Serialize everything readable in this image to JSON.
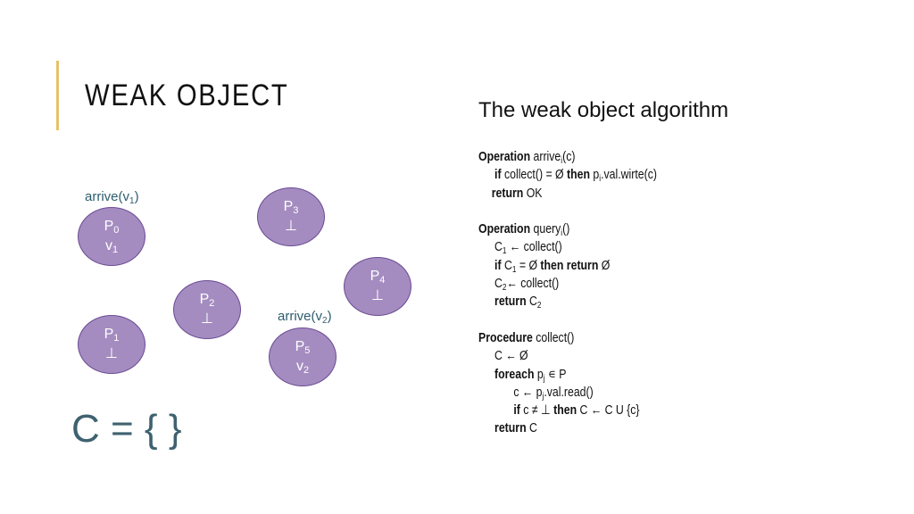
{
  "slide": {
    "title": "WEAK OBJECT",
    "algo_title": "The weak object algorithm"
  },
  "colors": {
    "node_fill": "#a48cc0",
    "node_stroke": "#6b4b94",
    "accent": "#e8c26a",
    "teal_text": "#3f6270"
  },
  "nodes": [
    {
      "name": "P",
      "sub": "0",
      "value": "v",
      "value_sub": "1"
    },
    {
      "name": "P",
      "sub": "1",
      "value": "⊥"
    },
    {
      "name": "P",
      "sub": "2",
      "value": "⊥"
    },
    {
      "name": "P",
      "sub": "3",
      "value": "⊥"
    },
    {
      "name": "P",
      "sub": "4",
      "value": "⊥"
    },
    {
      "name": "P",
      "sub": "5",
      "value": "v",
      "value_sub": "2"
    }
  ],
  "arrives": [
    {
      "prefix": "arrive(v",
      "sub": "1",
      "suffix": ")"
    },
    {
      "prefix": "arrive(v",
      "sub": "2",
      "suffix": ")"
    }
  ],
  "cset": "C = { }",
  "code": {
    "arrive": {
      "kw_op": "Operation",
      "sig": "arrive",
      "sig_sub": "i",
      "sig_end": "(c)",
      "if_kw": "if",
      "if_cond": " collect() = Ø ",
      "then_kw": "then",
      "then_body_a": "  p",
      "then_sub": "i",
      "then_body_b": ".val.wirte(c)",
      "ret_kw": "return",
      "ret_val": " OK"
    },
    "query": {
      "kw_op": "Operation",
      "sig": "query",
      "sig_sub": "i",
      "sig_end": "()",
      "c1_a": "C",
      "c1_sub": "1",
      "c1_b": " ← collect()",
      "if_kw": "if",
      "if_a": " C",
      "if_sub": "1",
      "if_b": " = Ø ",
      "then_ret_kw": "then return",
      "then_val": " Ø",
      "c2_a": "C",
      "c2_sub": "2",
      "c2_b": "← collect()",
      "ret_kw": "return",
      "ret_a": " C",
      "ret_sub": "2"
    },
    "collect": {
      "kw_proc": "Procedure",
      "sig": " collect()",
      "init": "C ← Ø",
      "foreach_kw": "foreach",
      "foreach_a": " p",
      "foreach_sub": "j",
      "foreach_b": " ∊ P",
      "read_a": "c ← p",
      "read_sub": "j",
      "read_b": ".val.read()",
      "if_kw": "if",
      "if_cond": " c ≠ ⊥ ",
      "then_kw": "then",
      "then_body": " C ← C U {c}",
      "ret_kw": "return",
      "ret_val": " C"
    }
  }
}
